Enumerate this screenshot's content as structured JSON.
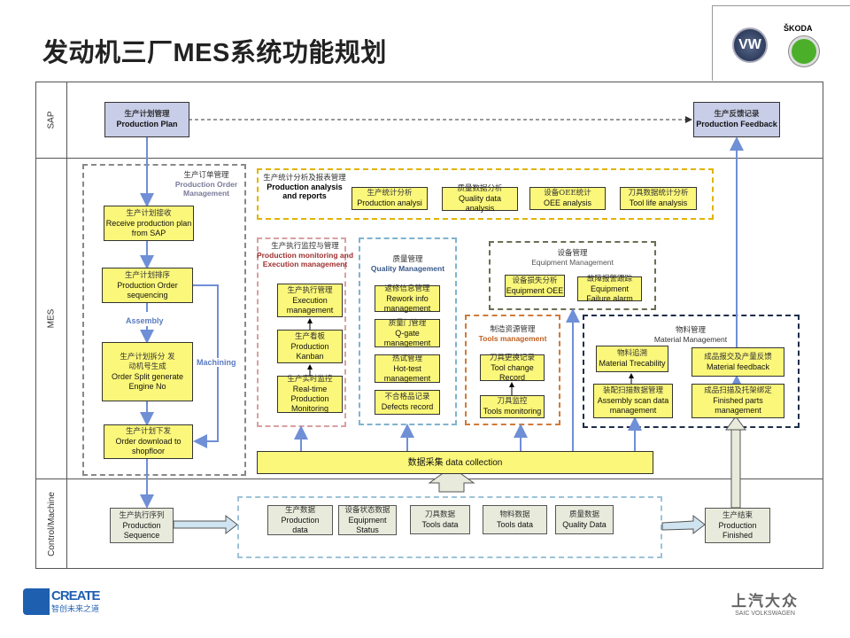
{
  "title": "发动机三厂MES系统功能规划",
  "logos": {
    "vw": "VW",
    "skoda": "ŠKODA",
    "create_en": "CREATE",
    "create_cn": "智创未来之道",
    "saic_cn": "上汽大众",
    "saic_en": "SAIC VOLKSWAGEN"
  },
  "lanes": [
    "SAP",
    "MES",
    "Control/Machine"
  ],
  "sap": {
    "plan": {
      "cn": "生产计划管理",
      "en": "Production Plan"
    },
    "feedback": {
      "cn": "生产反馈记录",
      "en": "Production Feedback"
    }
  },
  "order_mgmt": {
    "cn": "生产订单管理",
    "en": "Production Order Management",
    "boxes": [
      {
        "cn": "生产计划接收",
        "en": "Receive production plan from SAP"
      },
      {
        "cn": "生产计划排序",
        "en": "Production Order sequencing"
      },
      {
        "cn": "生产计划拆分 发动机号生成",
        "en": "Order Split generate Engine No"
      },
      {
        "cn": "生产计划下发",
        "en": "Order download to shopfloor"
      }
    ],
    "assembly": "Assembly",
    "machining": "Machining"
  },
  "analysis": {
    "cn": "生产统计分析及报表管理",
    "en": "Production analysis and reports",
    "boxes": [
      {
        "cn": "生产统计分析",
        "en": "Production analysi"
      },
      {
        "cn": "质量数据分析",
        "en": "Quality data analysis"
      },
      {
        "cn": "设备OEE统计",
        "en": "OEE analysis"
      },
      {
        "cn": "刀具数据统计分析",
        "en": "Tool life analysis"
      }
    ]
  },
  "execution": {
    "cn": "生产执行监控与管理",
    "en": "Production monitoring and Execution management",
    "boxes": [
      {
        "cn": "生产执行管理",
        "en": "Execution management"
      },
      {
        "cn": "生产看板",
        "en": "Production Kanban"
      },
      {
        "cn": "生产实时监控",
        "en": "Real-time Production Monitoring"
      }
    ]
  },
  "quality": {
    "cn": "质量管理",
    "en": "Quality Management",
    "boxes": [
      {
        "cn": "返修信息管理",
        "en": "Rework info management"
      },
      {
        "cn": "质量门管理",
        "en": "Q-gate management"
      },
      {
        "cn": "热试管理",
        "en": "Hot-test management"
      },
      {
        "cn": "不合格品记录",
        "en": "Defects record"
      }
    ]
  },
  "equipment": {
    "cn": "设备管理",
    "en": "Equipment Management",
    "boxes": [
      {
        "cn": "设备损失分析",
        "en": "Equipment OEE"
      },
      {
        "cn": "故障报警跟踪",
        "en": "Equipment Failure alarm"
      }
    ]
  },
  "tools": {
    "cn": "制造资源管理",
    "en": "Tools management",
    "boxes": [
      {
        "cn": "刀具更换记录",
        "en": "Tool change Record"
      },
      {
        "cn": "刀具监控",
        "en": "Tools monitoring"
      }
    ]
  },
  "material": {
    "cn": "物料管理",
    "en": "Material Management",
    "boxes": [
      {
        "cn": "物料追溯",
        "en": "Material Trecability"
      },
      {
        "cn": "成品报交及产量反馈",
        "en": "Material feedback"
      },
      {
        "cn": "装配扫描数据管理",
        "en": "Assembly scan data management"
      },
      {
        "cn": "成品扫描及托架绑定",
        "en": "Finished parts management"
      }
    ]
  },
  "data_collection": "数据采集 data collection",
  "control": {
    "sequence": {
      "cn": "生产执行序列",
      "en": "Production Sequence"
    },
    "finished": {
      "cn": "生产结束",
      "en": "Production Finished"
    },
    "data": [
      {
        "cn": "生产数据",
        "en": "Production data"
      },
      {
        "cn": "设备状态数据",
        "en": "Equipment Status"
      },
      {
        "cn": "刀具数据",
        "en": "Tools data"
      },
      {
        "cn": "物料数据",
        "en": "Tools data"
      },
      {
        "cn": "质量数据",
        "en": "Quality Data"
      }
    ]
  },
  "colors": {
    "box": "#fbf77a",
    "sap_box": "#c8cde8",
    "arrow": "#6f8fd6",
    "analysis": "#e0b400",
    "execution": "#c98a8a",
    "quality": "#7fb3cf",
    "equipment": "#6d6d55",
    "tools": "#d07a3a",
    "material": "#1f2d4a",
    "order": "#888"
  }
}
